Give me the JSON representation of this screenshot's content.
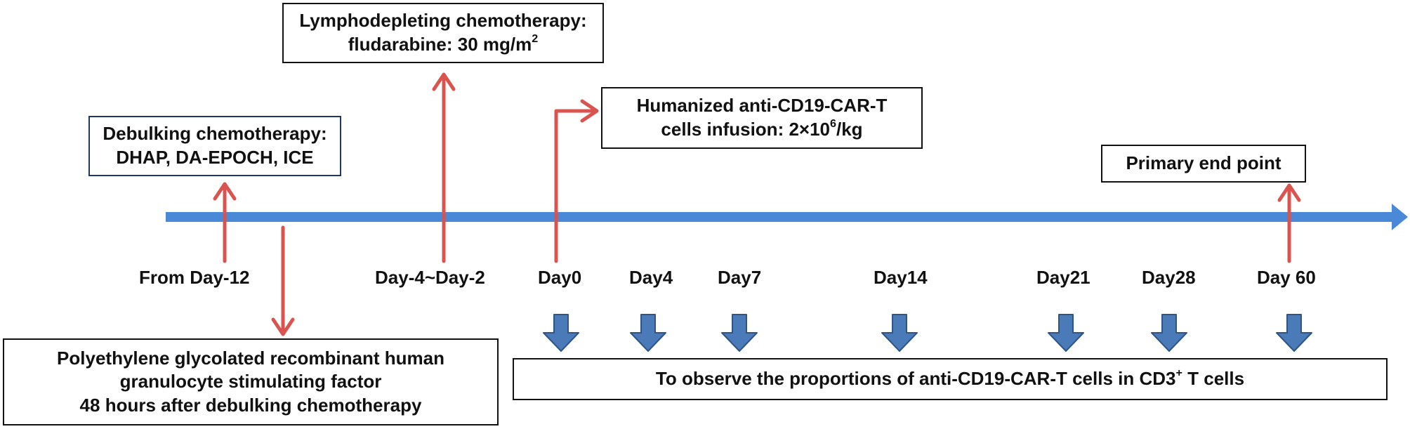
{
  "colors": {
    "timeline": "#4a89d8",
    "event_arrow": "#d9534f",
    "sample_arrow": "#4a7ab8",
    "sample_arrow_stroke": "#2f5587",
    "box_border": "#111111",
    "debulking_border": "#1f3864"
  },
  "boxes": {
    "lymphodepleting": {
      "line1": "Lymphodepleting chemotherapy:",
      "line2_text": "fludarabine: 30 mg/m",
      "line2_sup": "2"
    },
    "debulking": {
      "line1": "Debulking chemotherapy:",
      "line2": "DHAP, DA-EPOCH, ICE"
    },
    "infusion": {
      "line1": "Humanized anti-CD19-CAR-T",
      "line2_text": "cells infusion: 2×10",
      "line2_sup": "6",
      "line2_suffix": "/kg"
    },
    "primary": {
      "line1": "Primary end point"
    },
    "gcsf": {
      "line1": "Polyethylene glycolated recombinant human",
      "line2": "granulocyte stimulating factor",
      "line3": "48 hours after debulking chemotherapy"
    },
    "observe": {
      "text_before": "To observe the proportions of anti-CD19-CAR-T cells in CD3",
      "sup": "+",
      "text_after": " T cells"
    }
  },
  "timepoints": {
    "from_day12": "From Day-12",
    "day4_day2": "Day-4~Day-2",
    "day0": "Day0",
    "day4": "Day4",
    "day7": "Day7",
    "day14": "Day14",
    "day21": "Day21",
    "day28": "Day28",
    "day60": "Day 60"
  }
}
